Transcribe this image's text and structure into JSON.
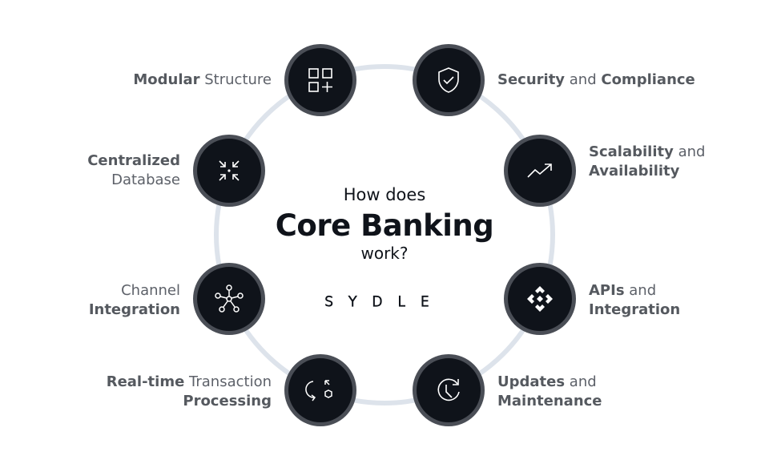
{
  "title": {
    "line1": "How does",
    "line2": "Core Banking",
    "line3": "work?"
  },
  "logo": "SYDLE",
  "colors": {
    "node_fill": "#0f131a",
    "node_border": "#4a4e56",
    "ring": "#dde3eb",
    "text": "#5d6169"
  },
  "items": [
    {
      "icon": "modular-grid-plus-icon",
      "lines": [
        [
          {
            "t": "Modular",
            "b": true
          },
          {
            "t": " Structure",
            "b": false
          }
        ]
      ]
    },
    {
      "icon": "shield-check-icon",
      "lines": [
        [
          {
            "t": "Security",
            "b": true
          },
          {
            "t": " and ",
            "b": false
          },
          {
            "t": "Compliance",
            "b": true
          }
        ]
      ]
    },
    {
      "icon": "compress-arrows-icon",
      "lines": [
        [
          {
            "t": "Centralized",
            "b": true
          }
        ],
        [
          {
            "t": "Database",
            "b": false
          }
        ]
      ]
    },
    {
      "icon": "trending-up-icon",
      "lines": [
        [
          {
            "t": "Scalability",
            "b": true
          },
          {
            "t": " and",
            "b": false
          }
        ],
        [
          {
            "t": "Availability",
            "b": true
          }
        ]
      ]
    },
    {
      "icon": "network-hub-icon",
      "lines": [
        [
          {
            "t": "Channel",
            "b": false
          }
        ],
        [
          {
            "t": "Integration",
            "b": true
          }
        ]
      ]
    },
    {
      "icon": "api-diamond-icon",
      "lines": [
        [
          {
            "t": "APIs",
            "b": true
          },
          {
            "t": " and",
            "b": false
          }
        ],
        [
          {
            "t": "Integration",
            "b": true
          }
        ]
      ]
    },
    {
      "icon": "refresh-gear-icon",
      "lines": [
        [
          {
            "t": "Real-time",
            "b": true
          },
          {
            "t": " Transaction",
            "b": false
          }
        ],
        [
          {
            "t": "Processing",
            "b": true
          }
        ]
      ]
    },
    {
      "icon": "clock-refresh-icon",
      "lines": [
        [
          {
            "t": "Updates",
            "b": true
          },
          {
            "t": " and",
            "b": false
          }
        ],
        [
          {
            "t": "Maintenance",
            "b": true
          }
        ]
      ]
    }
  ]
}
